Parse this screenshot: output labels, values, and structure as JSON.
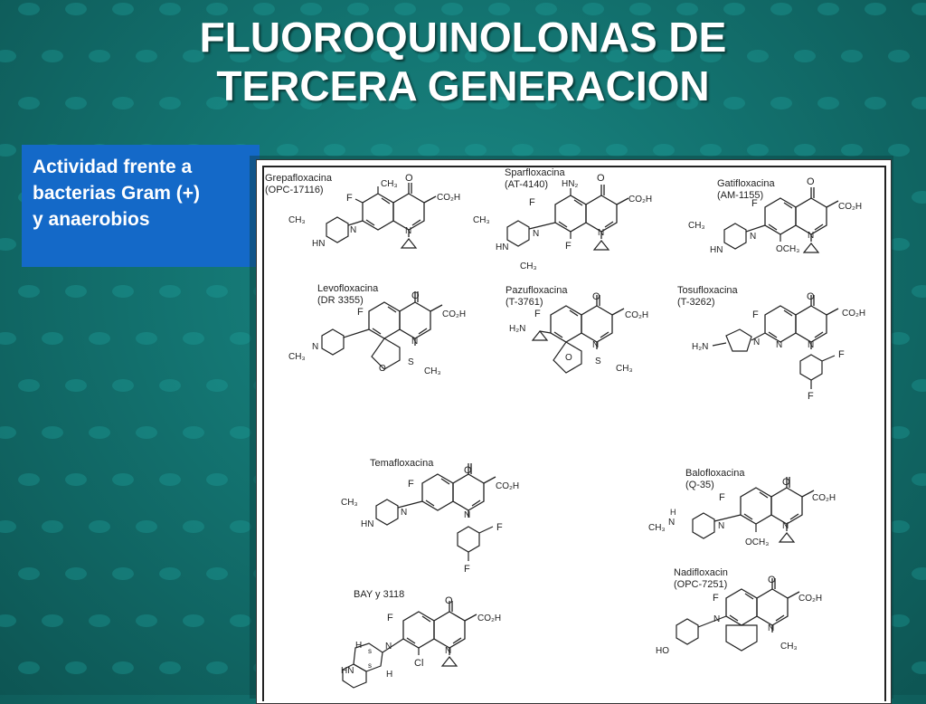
{
  "slide": {
    "title_lines": [
      "FLUOROQUINOLONAS DE",
      "TERCERA GENERACION"
    ],
    "sidebox_lines": [
      "Actividad frente a",
      "bacterias Gram (+)",
      "y anaerobios"
    ]
  },
  "compounds": [
    {
      "name": "Grepafloxacina",
      "code": "(OPC-17116)"
    },
    {
      "name": "Sparfloxacina",
      "code": "(AT-4140)"
    },
    {
      "name": "Gatifloxacina",
      "code": "(AM-1155)"
    },
    {
      "name": "Levofloxacina",
      "code": "(DR 3355)"
    },
    {
      "name": "Pazufloxacina",
      "code": "(T-3761)"
    },
    {
      "name": "Tosufloxacina",
      "code": "(T-3262)"
    },
    {
      "name": "Temafloxacina",
      "code": ""
    },
    {
      "name": "Balofloxacina",
      "code": "(Q-35)"
    },
    {
      "name": "BAY y 3118",
      "code": ""
    },
    {
      "name": "Nadifloxacin",
      "code": "(OPC-7251)"
    }
  ],
  "atoms": {
    "co2h": "CO₂H",
    "f": "F",
    "o": "O",
    "n": "N",
    "hn": "HN",
    "ch3": "CH₃",
    "nh2": "HN₂",
    "h2n": "H₂N",
    "och3": "OCH₃",
    "s": "S",
    "cl": "Cl",
    "h": "H",
    "ho": "HO",
    "s_small": "s"
  }
}
